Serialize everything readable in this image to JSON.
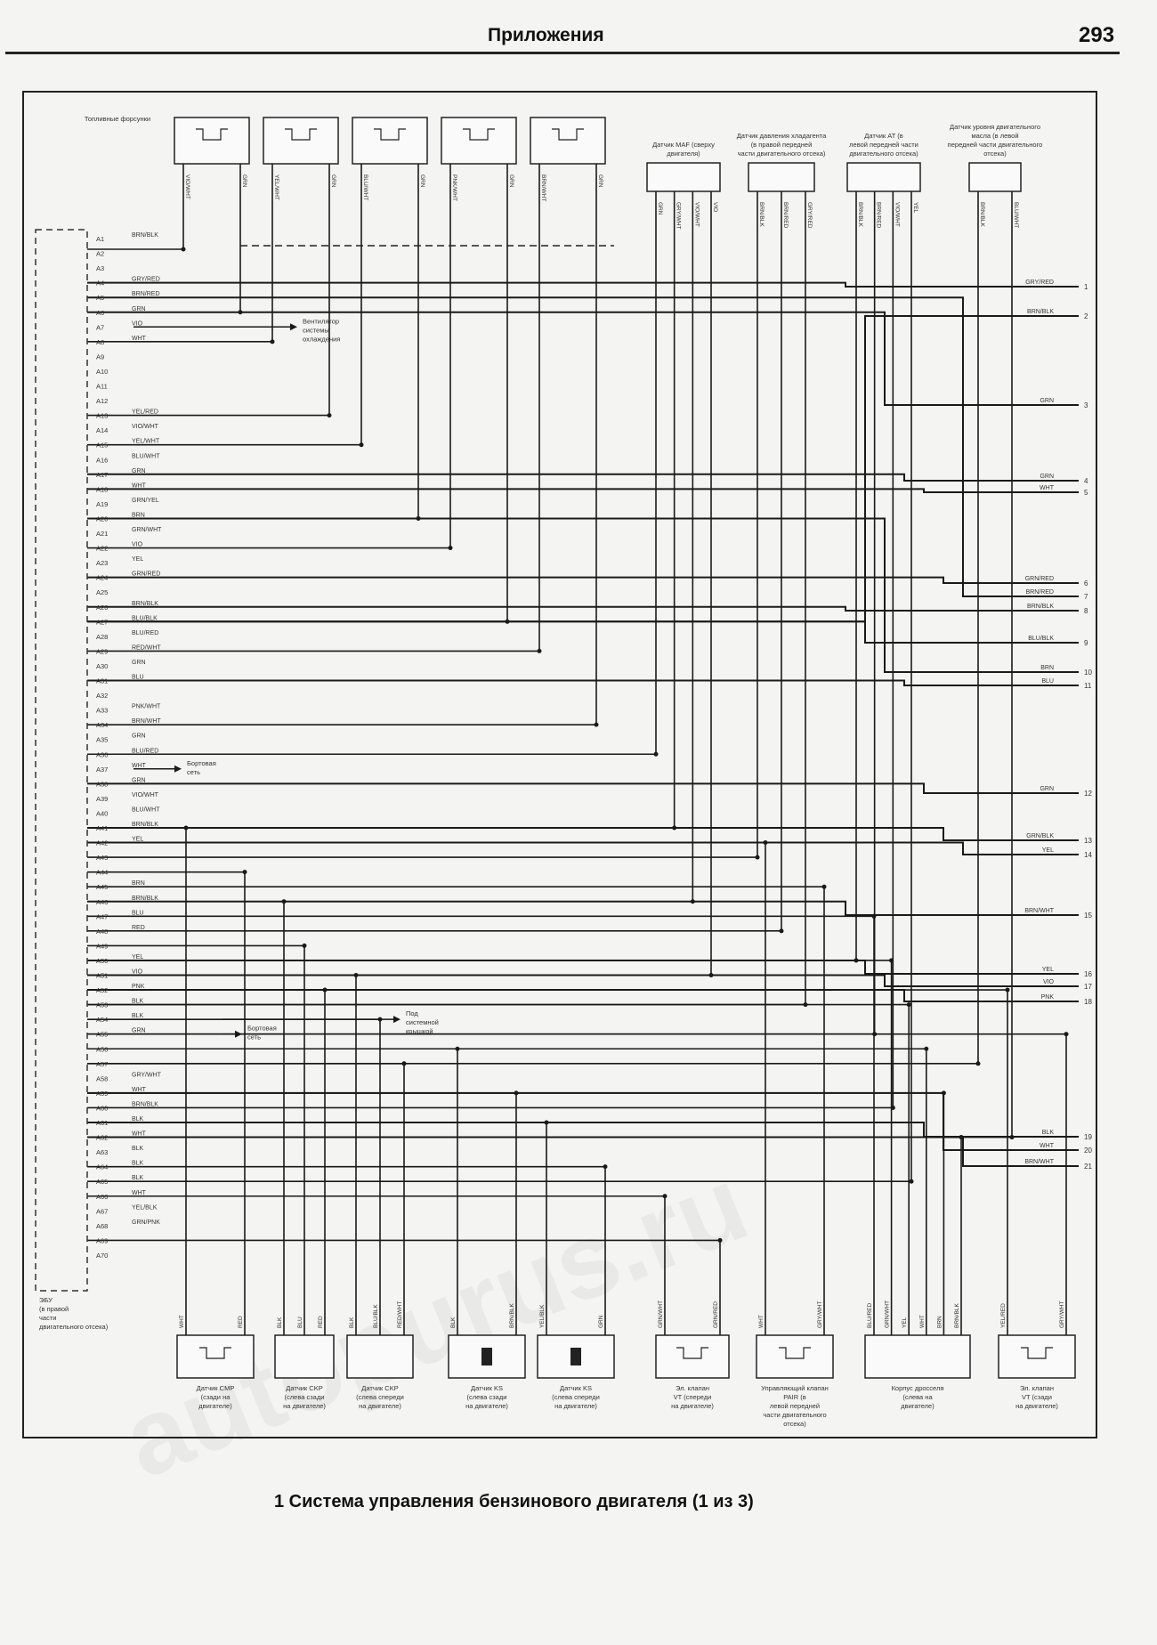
{
  "header": {
    "title": "Приложения",
    "page_number": "293"
  },
  "caption": "1 Система управления бензинового двигателя (1 из 3)",
  "watermark": "autopurus.ru",
  "ecu": {
    "label": "ЭБУ (в правой части двигательного отсека)",
    "pins": [
      {
        "pin": "A1",
        "wire": "BRN/BLK"
      },
      {
        "pin": "A2",
        "wire": ""
      },
      {
        "pin": "A3",
        "wire": ""
      },
      {
        "pin": "A4",
        "wire": "GRY/RED"
      },
      {
        "pin": "A5",
        "wire": "BRN/RED"
      },
      {
        "pin": "A6",
        "wire": "GRN"
      },
      {
        "pin": "A7",
        "wire": "VIO"
      },
      {
        "pin": "A8",
        "wire": "WHT"
      },
      {
        "pin": "A9",
        "wire": ""
      },
      {
        "pin": "A10",
        "wire": ""
      },
      {
        "pin": "A11",
        "wire": ""
      },
      {
        "pin": "A12",
        "wire": ""
      },
      {
        "pin": "A13",
        "wire": "YEL/RED"
      },
      {
        "pin": "A14",
        "wire": "VIO/WHT"
      },
      {
        "pin": "A15",
        "wire": "YEL/WHT"
      },
      {
        "pin": "A16",
        "wire": "BLU/WHT"
      },
      {
        "pin": "A17",
        "wire": "GRN"
      },
      {
        "pin": "A18",
        "wire": "WHT"
      },
      {
        "pin": "A19",
        "wire": "GRN/YEL"
      },
      {
        "pin": "A20",
        "wire": "BRN"
      },
      {
        "pin": "A21",
        "wire": "GRN/WHT"
      },
      {
        "pin": "A22",
        "wire": "VIO"
      },
      {
        "pin": "A23",
        "wire": "YEL"
      },
      {
        "pin": "A24",
        "wire": "GRN/RED"
      },
      {
        "pin": "A25",
        "wire": ""
      },
      {
        "pin": "A26",
        "wire": "BRN/BLK"
      },
      {
        "pin": "A27",
        "wire": "BLU/BLK"
      },
      {
        "pin": "A28",
        "wire": "BLU/RED"
      },
      {
        "pin": "A29",
        "wire": "RED/WHT"
      },
      {
        "pin": "A30",
        "wire": "GRN"
      },
      {
        "pin": "A31",
        "wire": "BLU"
      },
      {
        "pin": "A32",
        "wire": ""
      },
      {
        "pin": "A33",
        "wire": "PNK/WHT"
      },
      {
        "pin": "A34",
        "wire": "BRN/WHT"
      },
      {
        "pin": "A35",
        "wire": "GRN"
      },
      {
        "pin": "A36",
        "wire": "BLU/RED"
      },
      {
        "pin": "A37",
        "wire": "WHT"
      },
      {
        "pin": "A38",
        "wire": "GRN"
      },
      {
        "pin": "A39",
        "wire": "VIO/WHT"
      },
      {
        "pin": "A40",
        "wire": "BLU/WHT"
      },
      {
        "pin": "A41",
        "wire": "BRN/BLK"
      },
      {
        "pin": "A42",
        "wire": "YEL"
      },
      {
        "pin": "A43",
        "wire": ""
      },
      {
        "pin": "A44",
        "wire": ""
      },
      {
        "pin": "A45",
        "wire": "BRN"
      },
      {
        "pin": "A46",
        "wire": "BRN/BLK"
      },
      {
        "pin": "A47",
        "wire": "BLU"
      },
      {
        "pin": "A48",
        "wire": "RED"
      },
      {
        "pin": "A49",
        "wire": ""
      },
      {
        "pin": "A50",
        "wire": "YEL"
      },
      {
        "pin": "A51",
        "wire": "VIO"
      },
      {
        "pin": "A52",
        "wire": "PNK"
      },
      {
        "pin": "A53",
        "wire": "BLK"
      },
      {
        "pin": "A54",
        "wire": "BLK"
      },
      {
        "pin": "A55",
        "wire": "GRN"
      },
      {
        "pin": "A56",
        "wire": ""
      },
      {
        "pin": "A57",
        "wire": ""
      },
      {
        "pin": "A58",
        "wire": "GRY/WHT"
      },
      {
        "pin": "A59",
        "wire": "WHT"
      },
      {
        "pin": "A60",
        "wire": "BRN/BLK"
      },
      {
        "pin": "A61",
        "wire": "BLK"
      },
      {
        "pin": "A62",
        "wire": "WHT"
      },
      {
        "pin": "A63",
        "wire": "BLK"
      },
      {
        "pin": "A64",
        "wire": "BLK"
      },
      {
        "pin": "A65",
        "wire": "BLK"
      },
      {
        "pin": "A66",
        "wire": "WHT"
      },
      {
        "pin": "A67",
        "wire": "YEL/BLK"
      },
      {
        "pin": "A68",
        "wire": "GRN/PNK"
      },
      {
        "pin": "A69",
        "wire": ""
      },
      {
        "pin": "A70",
        "wire": ""
      }
    ]
  },
  "top_components": [
    {
      "label": "Топливные форсунки",
      "wires": [
        "VIO/WHT",
        "GRN"
      ]
    },
    {
      "label": "",
      "wires": [
        "YEL/WHT",
        "GRN"
      ]
    },
    {
      "label": "",
      "wires": [
        "BLU/WHT",
        "GRN"
      ]
    },
    {
      "label": "",
      "wires": [
        "PNK/WHT",
        "GRN"
      ]
    },
    {
      "label": "",
      "wires": [
        "BRN/WHT",
        "GRN"
      ]
    },
    {
      "label": "Датчик MAF (сверху двигателя)",
      "wires": [
        "GRN",
        "GRY/WHT",
        "VIO/WHT",
        "VIO"
      ]
    },
    {
      "label": "Датчик давления хладагента (в правой передней части двигательного отсека)",
      "wires": [
        "BRN/BLK",
        "BRN/RED",
        "GRY/RED"
      ]
    },
    {
      "label": "Датчик AT (в левой передней части двигательного отсека)",
      "wires": [
        "BRN/BLK",
        "BRN/RED",
        "VIO/WHT",
        "YEL"
      ]
    },
    {
      "label": "Датчик уровня двигательного масла (в левой передней части двигательного отсека)",
      "wires": [
        "BRN/BLK",
        "BLU/WHT"
      ]
    }
  ],
  "right_outputs": [
    {
      "wire": "GRY/RED",
      "num": "1"
    },
    {
      "wire": "BRN/BLK",
      "num": "2"
    },
    {
      "wire": "GRN",
      "num": "3"
    },
    {
      "wire": "GRN",
      "num": "4"
    },
    {
      "wire": "WHT",
      "num": "5"
    },
    {
      "wire": "GRN/RED",
      "num": "6"
    },
    {
      "wire": "BRN/RED",
      "num": "7"
    },
    {
      "wire": "BRN/BLK",
      "num": "8"
    },
    {
      "wire": "BLU/BLK",
      "num": "9"
    },
    {
      "wire": "BRN",
      "num": "10"
    },
    {
      "wire": "BLU",
      "num": "11"
    },
    {
      "wire": "GRN",
      "num": "12"
    },
    {
      "wire": "GRN/BLK",
      "num": "13"
    },
    {
      "wire": "YEL",
      "num": "14"
    },
    {
      "wire": "BRN/WHT",
      "num": "15"
    },
    {
      "wire": "YEL",
      "num": "16"
    },
    {
      "wire": "VIO",
      "num": "17"
    },
    {
      "wire": "PNK",
      "num": "18"
    },
    {
      "wire": "BLK",
      "num": "19"
    },
    {
      "wire": "WHT",
      "num": "20"
    },
    {
      "wire": "BRN/WHT",
      "num": "21"
    }
  ],
  "side_notes": [
    {
      "text": "Вентилятор системы охлаждения"
    },
    {
      "text": "Бортовая сеть"
    },
    {
      "text": "Под системной крышкой"
    },
    {
      "text": "Бортовая сеть"
    }
  ],
  "bottom_components": [
    {
      "label": "Датчик CMP (сзади на двигателе)",
      "wires": [
        "WHT",
        "RED"
      ]
    },
    {
      "label": "Датчик CKP (слева сзади на двигателе)",
      "wires": [
        "BLK",
        "BLU",
        "RED"
      ]
    },
    {
      "label": "Датчик CKP (слева спереди на двигателе)",
      "wires": [
        "BLK",
        "BLU/BLK",
        "RED/WHT"
      ]
    },
    {
      "label": "Датчик KS (слева сзади на двигателе)",
      "wires": [
        "BLK",
        "BRN/BLK"
      ]
    },
    {
      "label": "Датчик KS (слева спереди на двигателе)",
      "wires": [
        "YEL/BLK",
        "GRN"
      ]
    },
    {
      "label": "Эл. клапан VT (спереди на двигателе)",
      "wires": [
        "GRN/WHT",
        "GRN/RED"
      ]
    },
    {
      "label": "Управляющий клапан PAIR (в левой передней части двигательного отсека)",
      "wires": [
        "WHT",
        "GRY/WHT"
      ]
    },
    {
      "label": "Корпус дросселя (слева на двигателе)",
      "wires": [
        "BLU/RED",
        "GRN/WHT",
        "YEL",
        "WHT",
        "BRN",
        "BRN/BLK"
      ]
    },
    {
      "label": "Эл. клапан VT (сзади на двигателе)",
      "wires": [
        "YEL/RED",
        "GRY/WHT"
      ]
    }
  ]
}
